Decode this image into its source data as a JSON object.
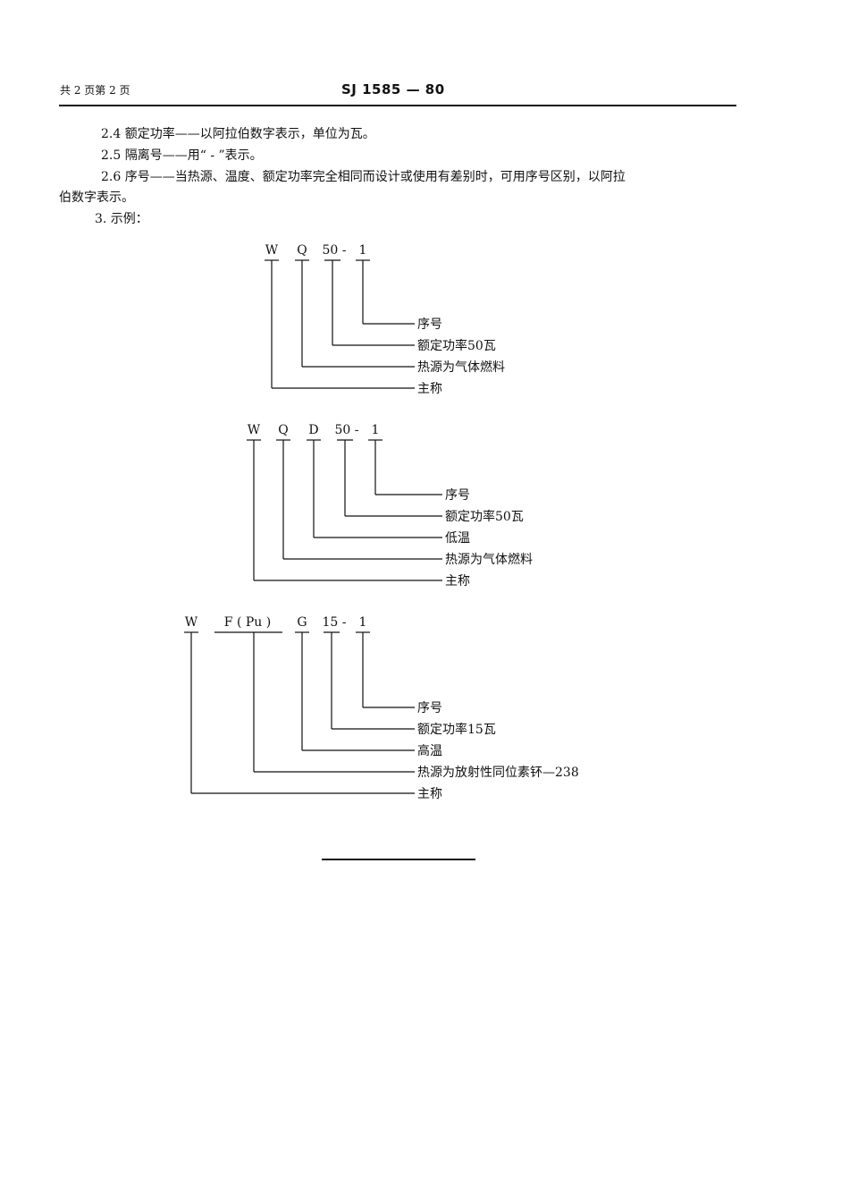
{
  "header": {
    "page_info": "共 2 页第 2 页",
    "standard_no": "SJ 1585 — 80"
  },
  "paragraphs": [
    "2.4 额定功率——以阿拉伯数字表示，单位为瓦。",
    "2.5 隔离号——用“ - ”表示。",
    "2.6 序号——当热源、温度、额定功率完全相同而设计或使用有差别时，可用序号区别，以阿拉",
    "伯数字表示。",
    "3. 示例："
  ],
  "examples": [
    {
      "codes": [
        "W",
        "Q",
        "50 -",
        "1"
      ],
      "labels": [
        "序号",
        "额定功率50瓦",
        "热源为气体燃料",
        "主称"
      ]
    },
    {
      "codes": [
        "W",
        "Q",
        "D",
        "50 -",
        "1"
      ],
      "labels": [
        "序号",
        "额定功率50瓦",
        "低温",
        "热源为气体燃料",
        "主称"
      ]
    },
    {
      "codes": [
        "W",
        "F ( Pu )",
        "G",
        "15 -",
        "1"
      ],
      "labels": [
        "序号",
        "额定功率15瓦",
        "高温",
        "热源为放射性同位素钚—238",
        "主称"
      ]
    }
  ]
}
